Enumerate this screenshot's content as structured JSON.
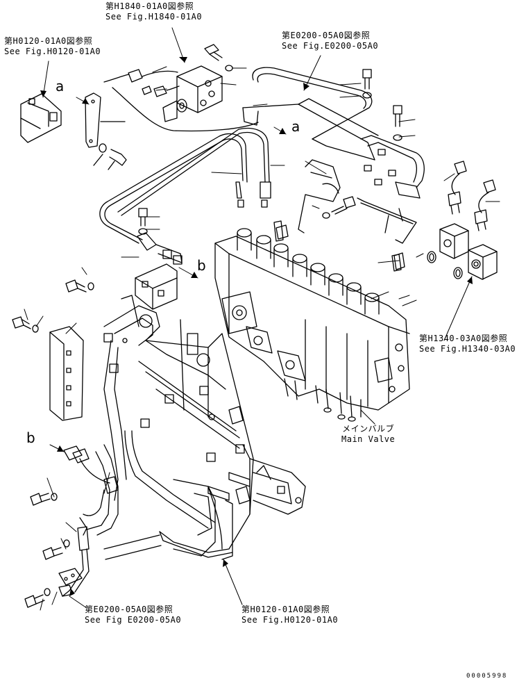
{
  "references": {
    "h1840": {
      "jp": "第H1840-01A0図参照",
      "en": "See Fig.H1840-01A0"
    },
    "h0120_top": {
      "jp": "第H0120-01A0図参照",
      "en": "See Fig.H0120-01A0"
    },
    "e0200_top": {
      "jp": "第E0200-05A0図参照",
      "en": "See Fig.E0200-05A0"
    },
    "h1340": {
      "jp": "第H1340-03A0図参照",
      "en": "See Fig.H1340-03A0"
    },
    "e0200_bottom": {
      "jp": "第E0200-05A0図参照",
      "en": "See Fig E0200-05A0"
    },
    "h0120_bottom": {
      "jp": "第H0120-01A0図参照",
      "en": "See Fig.H0120-01A0"
    }
  },
  "main_valve": {
    "jp": "メインバルブ",
    "en": "Main Valve"
  },
  "callouts": {
    "a1": "a",
    "a2": "a",
    "b1": "b",
    "b2": "b"
  },
  "document_number": "00005998"
}
